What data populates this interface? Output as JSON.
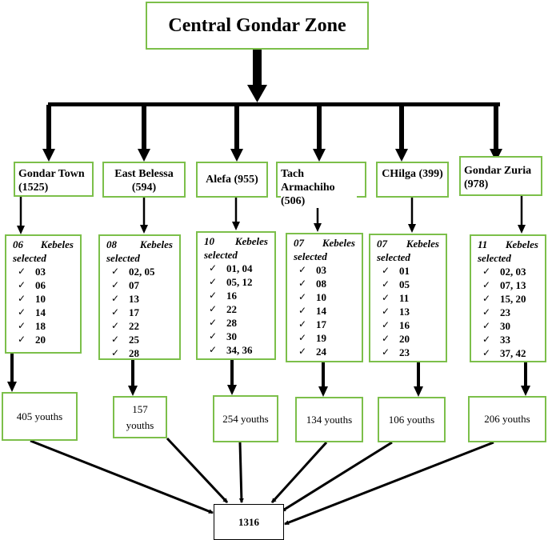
{
  "title": "Central Gondar Zone",
  "districts": [
    {
      "name": "Gondar Town (1525)",
      "kebele_count": "06",
      "kebele_word": "Kebeles",
      "selected_word": "selected",
      "kebeles": [
        "03",
        "06",
        "10",
        "14",
        "18",
        "20"
      ],
      "youths": "405 youths"
    },
    {
      "name": "East Belessa (594)",
      "kebele_count": "08",
      "kebele_word": "Kebeles",
      "selected_word": "selected",
      "kebeles": [
        "02, 05",
        "07",
        "13",
        "17",
        "22",
        "25",
        "28"
      ],
      "youths": "157 youths"
    },
    {
      "name": "Alefa (955)",
      "kebele_count": "10",
      "kebele_word": "Kebeles",
      "selected_word": "selected",
      "kebeles": [
        "01, 04",
        "05, 12",
        "16",
        "22",
        "28",
        "30",
        "34, 36"
      ],
      "youths": "254 youths"
    },
    {
      "name": "Tach Armachiho (506)",
      "kebele_count": "07",
      "kebele_word": "Kebeles",
      "selected_word": "selected",
      "kebeles": [
        "03",
        "08",
        "10",
        "14",
        "17",
        "19",
        "24"
      ],
      "youths": "134 youths"
    },
    {
      "name": "CHilga (399)",
      "kebele_count": "07",
      "kebele_word": "Kebeles",
      "selected_word": "selected",
      "kebeles": [
        "01",
        "05",
        "11",
        "13",
        "16",
        "20",
        "23"
      ],
      "youths": "106 youths"
    },
    {
      "name": "Gondar Zuria (978)",
      "kebele_count": "11",
      "kebele_word": "Kebeles",
      "selected_word": "selected",
      "kebeles": [
        "02, 03",
        "07, 13",
        "15, 20",
        "23",
        "30",
        "33",
        "37, 42"
      ],
      "youths": "206 youths"
    }
  ],
  "total": "1316",
  "colors": {
    "box_border": "#7cbf4a",
    "arrow": "#000000"
  }
}
